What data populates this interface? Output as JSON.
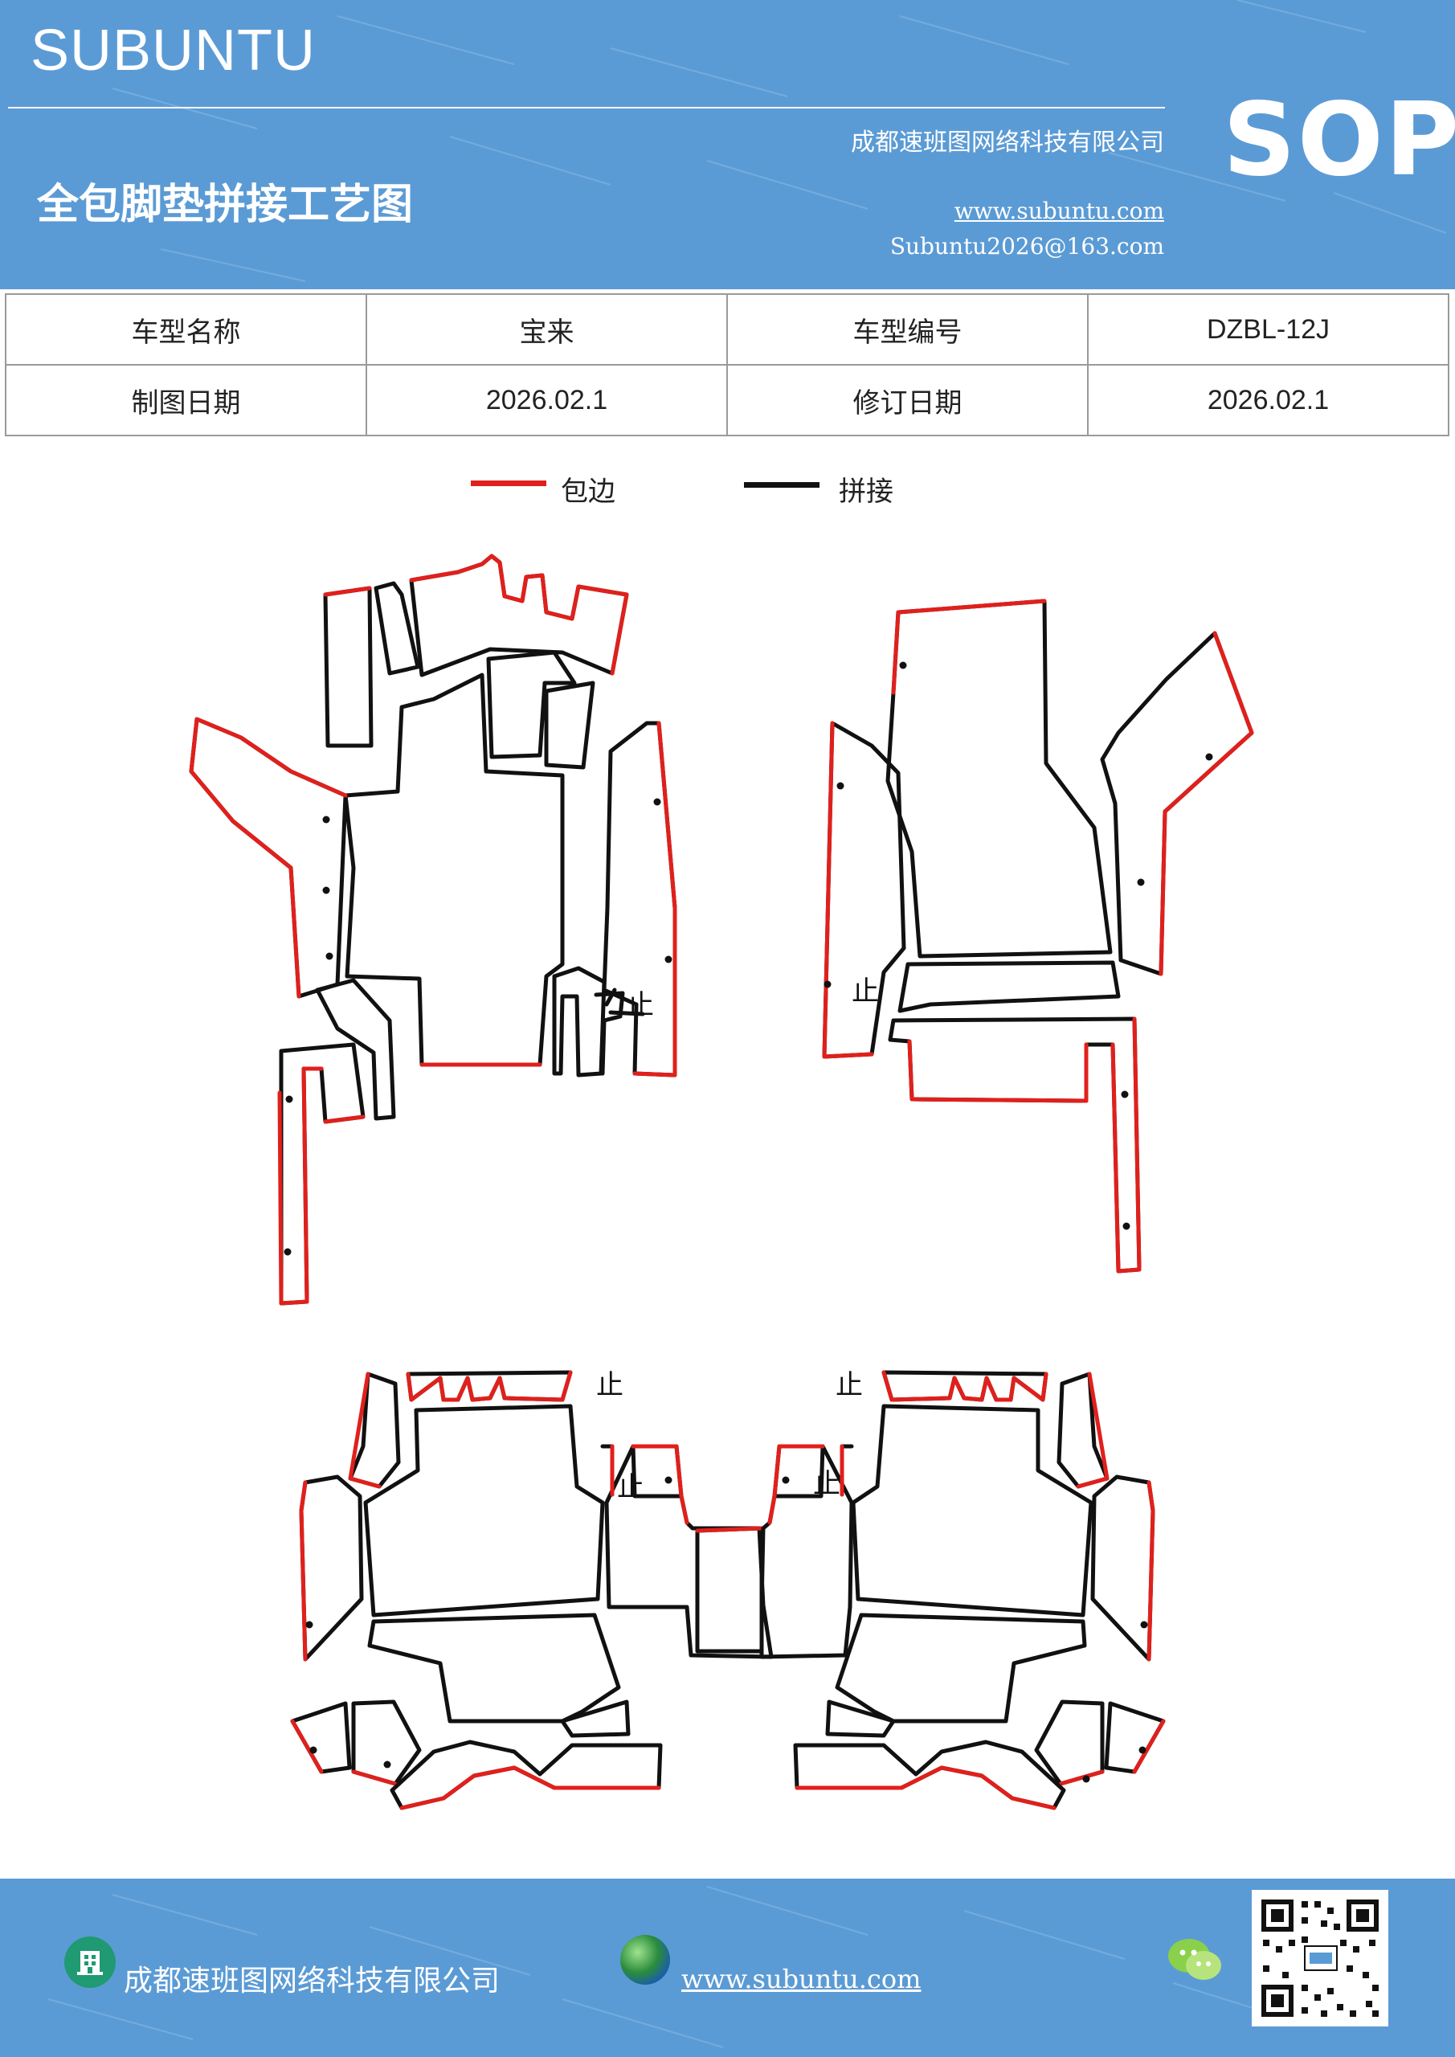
{
  "header": {
    "brand": "SUBUNTU",
    "company": "成都速班图网络科技有限公司",
    "title": "全包脚垫拼接工艺图",
    "website": "www.subuntu.com",
    "email": "Subuntu2026@163.com",
    "badge": "SOP"
  },
  "info_table": {
    "row1": {
      "label1": "车型名称",
      "value1": "宝来",
      "label2": "车型编号",
      "value2": "DZBL-12J"
    },
    "row2": {
      "label1": "制图日期",
      "value1": "2026.02.1",
      "label2": "修订日期",
      "value2": "2026.02.1"
    }
  },
  "legend": {
    "items": [
      {
        "label": "包边",
        "color": "#e0201c"
      },
      {
        "label": "拼接",
        "color": "#111111"
      }
    ]
  },
  "diagram": {
    "stop_mark": "止",
    "edge_color": "#e0201c",
    "seam_color": "#111111"
  },
  "footer": {
    "company": "成都速班图网络科技有限公司",
    "website": "www.subuntu.com",
    "icons": [
      "building-icon",
      "globe-icon",
      "wechat-icon",
      "qr-code"
    ]
  }
}
